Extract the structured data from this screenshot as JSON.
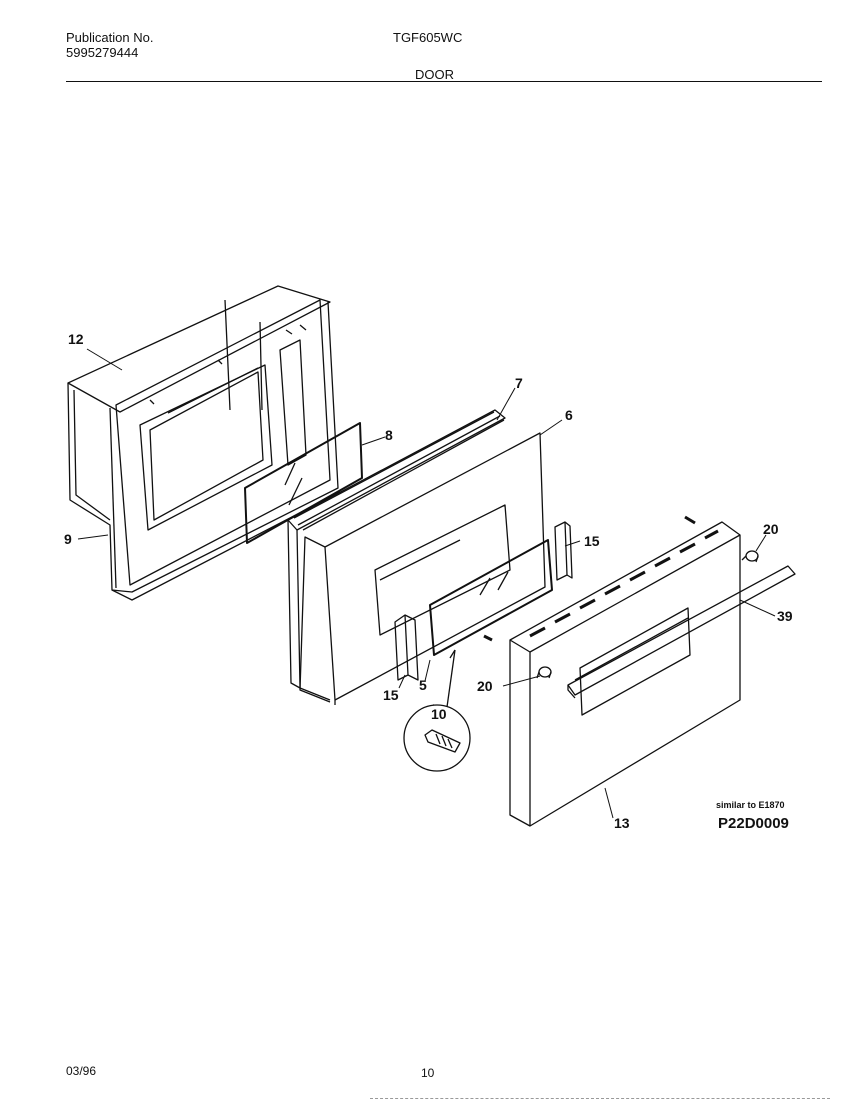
{
  "header": {
    "publication_label": "Publication No.",
    "publication_number": "5995279444",
    "model": "TGF605WC",
    "section": "DOOR"
  },
  "diagram": {
    "callouts": {
      "c12": "12",
      "c9": "9",
      "c7": "7",
      "c8": "8",
      "c6": "6",
      "c15a": "15",
      "c15b": "15",
      "c5": "5",
      "c10": "10",
      "c20a": "20",
      "c20b": "20",
      "c39": "39",
      "c13": "13"
    },
    "note": "similar to E1870",
    "figure_code": "P22D0009"
  },
  "footer": {
    "date": "03/96",
    "page": "10"
  }
}
